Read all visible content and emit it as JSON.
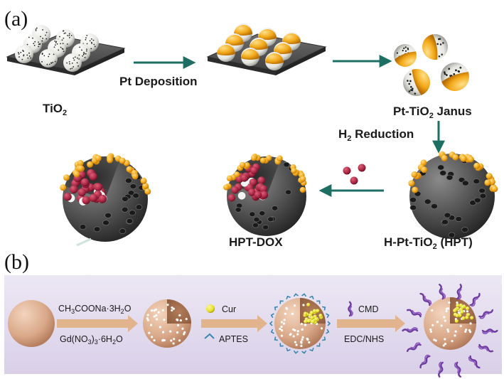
{
  "panel_a": {
    "label": "(a)",
    "tio2": {
      "text": "TiO",
      "sub": "2"
    },
    "pt_deposition": "Pt Deposition",
    "janus": {
      "pre": "Pt-TiO",
      "sub": "2",
      "post": " Janus"
    },
    "h2_reduction": {
      "pre": "H",
      "sub": "2",
      "post": " Reduction"
    },
    "hpt": {
      "pre": "H-Pt-TiO",
      "sub": "2",
      "post": " (HPT)"
    },
    "hpt_dox": "HPT-DOX"
  },
  "panel_b": {
    "label": "(b)",
    "reagent_top": {
      "p1": "CH",
      "s1": "3",
      "p2": "COONa·3H",
      "s2": "2",
      "p3": "O"
    },
    "reagent_bottom": {
      "p1": "Gd(NO",
      "s1": "3",
      "p2": ")",
      "s2": "3",
      "p3": "·6H",
      "s3": "2",
      "p4": "O"
    },
    "cur": "Cur",
    "aptes": "APTES",
    "cmd": "CMD",
    "edc_nhs": "EDC/NHS"
  },
  "colors": {
    "arrow_teal": "#1e6f63",
    "arrow_tan": "#e2b48e",
    "panel_b_bg": "#e3dcef",
    "sphere_tan": "#d9a888",
    "sphere_dark": "#4a4a4a",
    "pt_gold": "#f2a818",
    "dox_red": "#a3223e",
    "cur_yellow": "#e8e024",
    "cmd_purple": "#6f3da0",
    "aptes_blue": "#3a86b0"
  }
}
